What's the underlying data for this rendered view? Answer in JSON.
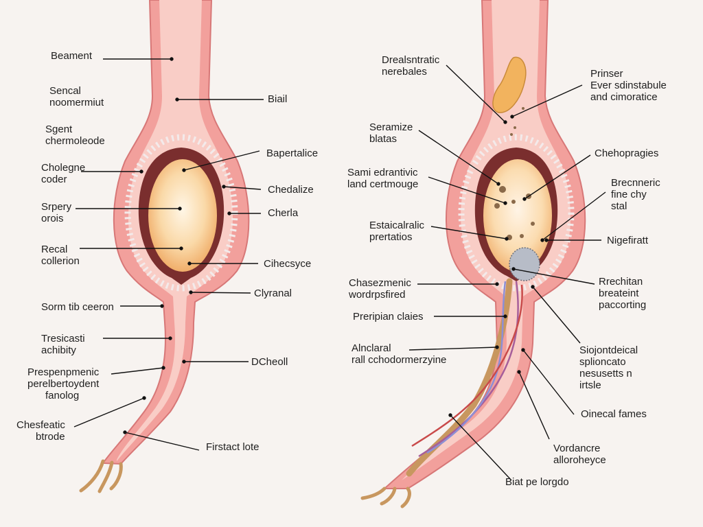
{
  "colors": {
    "tissue_outer": "#f09a9a",
    "tissue_inner": "#f6b9b3",
    "tissue_light": "#fbe3de",
    "cavity": "#7a2e2e",
    "egg_center": "#fdf1dc",
    "egg_edge": "#f2b46e",
    "root": "#c8975f",
    "leader": "#111111",
    "text": "#1e1e1e"
  },
  "left_diagram": {
    "labels": [
      {
        "id": "beament",
        "lines": [
          "Beament"
        ]
      },
      {
        "id": "sencal",
        "lines": [
          "Sencal",
          "noomermiut"
        ]
      },
      {
        "id": "sgent",
        "lines": [
          "Sgent",
          "chermoleode"
        ]
      },
      {
        "id": "cholegne",
        "lines": [
          "Cholegne",
          "coder"
        ]
      },
      {
        "id": "srpery",
        "lines": [
          "Srpery",
          "orois"
        ]
      },
      {
        "id": "recal",
        "lines": [
          "Recal",
          "collerion"
        ]
      },
      {
        "id": "sorm",
        "lines": [
          "Sorm tib ceeron"
        ]
      },
      {
        "id": "tresicasti",
        "lines": [
          "Tresicasti",
          "achibity"
        ]
      },
      {
        "id": "prespenpmenic",
        "lines": [
          "Prespenpmenic",
          "perelbertoydent",
          "fanolog"
        ]
      },
      {
        "id": "chesfeatic",
        "lines": [
          "Chesfeatic",
          "btrode"
        ]
      },
      {
        "id": "biail",
        "lines": [
          "Biail"
        ]
      },
      {
        "id": "bapertalice",
        "lines": [
          "Bapertalice"
        ]
      },
      {
        "id": "chedalize",
        "lines": [
          "Chedalize"
        ]
      },
      {
        "id": "cherla",
        "lines": [
          "Cherla"
        ]
      },
      {
        "id": "cihecsyce",
        "lines": [
          "Cihecsyce"
        ]
      },
      {
        "id": "clyranal",
        "lines": [
          "Clyranal"
        ]
      },
      {
        "id": "dcheoll",
        "lines": [
          "DCheoll"
        ]
      },
      {
        "id": "firstact",
        "lines": [
          "Firstact lote"
        ]
      }
    ]
  },
  "right_diagram": {
    "labels": [
      {
        "id": "drealsntratic",
        "lines": [
          "Drealsntratic",
          "nerebales"
        ]
      },
      {
        "id": "seramize",
        "lines": [
          "Seramize",
          "blatas"
        ]
      },
      {
        "id": "samiedrantivic",
        "lines": [
          "Sami edrantivic",
          "land certmouge"
        ]
      },
      {
        "id": "estaicalralic",
        "lines": [
          "Estaicalralic",
          "prertatios"
        ]
      },
      {
        "id": "chasezmenic",
        "lines": [
          "Chasezmenic",
          "wordrpsfired"
        ]
      },
      {
        "id": "preripian",
        "lines": [
          "Preripian claies"
        ]
      },
      {
        "id": "alnclaral",
        "lines": [
          "Alnclaral",
          "rall cchodormerzyine"
        ]
      },
      {
        "id": "prinser",
        "lines": [
          "Prinser",
          "Ever sdinstabule",
          "and cimoratice"
        ]
      },
      {
        "id": "chehopragies",
        "lines": [
          "Chehopragies"
        ]
      },
      {
        "id": "brecnneric",
        "lines": [
          "Brecnneric",
          "fine chy",
          "stal"
        ]
      },
      {
        "id": "nigefiratt",
        "lines": [
          "Nigefiratt"
        ]
      },
      {
        "id": "rrechitan",
        "lines": [
          "Rrechitan",
          "breateint",
          "paccorting"
        ]
      },
      {
        "id": "siojontdeical",
        "lines": [
          "Siojontdeical",
          "splioncato",
          "nesusetts n",
          "irtsle"
        ]
      },
      {
        "id": "oinecal",
        "lines": [
          "Oinecal fames"
        ]
      },
      {
        "id": "vordancre",
        "lines": [
          "Vordancre",
          "alloroheyce"
        ]
      },
      {
        "id": "biat",
        "lines": [
          "Biat pe lorgdo"
        ]
      }
    ]
  }
}
